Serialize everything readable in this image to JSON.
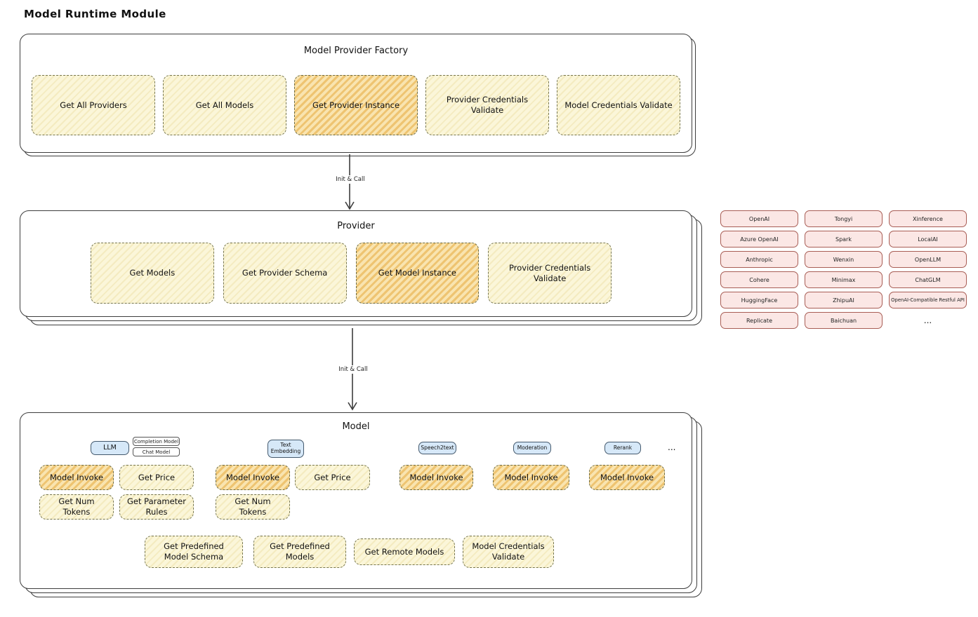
{
  "page": {
    "title": "Model Runtime Module"
  },
  "factory": {
    "title": "Model Provider Factory",
    "items": [
      {
        "label": "Get All Providers"
      },
      {
        "label": "Get All Models"
      },
      {
        "label": "Get Provider Instance"
      },
      {
        "label": "Provider Credentials Validate"
      },
      {
        "label": "Model Credentials Validate"
      }
    ]
  },
  "arrows": {
    "init_call_1": "Init & Call",
    "init_call_2": "Init & Call"
  },
  "provider": {
    "title": "Provider",
    "items": [
      {
        "label": "Get Models"
      },
      {
        "label": "Get Provider Schema"
      },
      {
        "label": "Get Model Instance"
      },
      {
        "label": "Provider Credentials Validate"
      }
    ]
  },
  "providers": {
    "items": [
      "OpenAI",
      "Azure OpenAI",
      "Anthropic",
      "Cohere",
      "HuggingFace",
      "Replicate",
      "Tongyi",
      "Spark",
      "Wenxin",
      "Minimax",
      "ZhipuAI",
      "Baichuan",
      "Xinference",
      "LocalAI",
      "OpenLLM",
      "ChatGLM",
      "OpenAI-Compatible Restful API",
      "..."
    ]
  },
  "model": {
    "title": "Model",
    "tabs": {
      "llm": "LLM",
      "completion": "Completion Model",
      "chat": "Chat Model",
      "embedding": "Text Embedding",
      "speech": "Speech2text",
      "moderation": "Moderation",
      "rerank": "Rerank",
      "more": "..."
    },
    "llm_ops": [
      "Model Invoke",
      "Get Price",
      "Get Num Tokens",
      "Get Parameter Rules"
    ],
    "embedding_ops": [
      "Model Invoke",
      "Get Price",
      "Get Num Tokens"
    ],
    "speech_ops": [
      "Model Invoke"
    ],
    "moderation_ops": [
      "Model Invoke"
    ],
    "rerank_ops": [
      "Model Invoke"
    ],
    "common_ops": [
      "Get Predefined Model Schema",
      "Get Predefined Models",
      "Get Remote Models",
      "Model Credentials Validate"
    ]
  }
}
